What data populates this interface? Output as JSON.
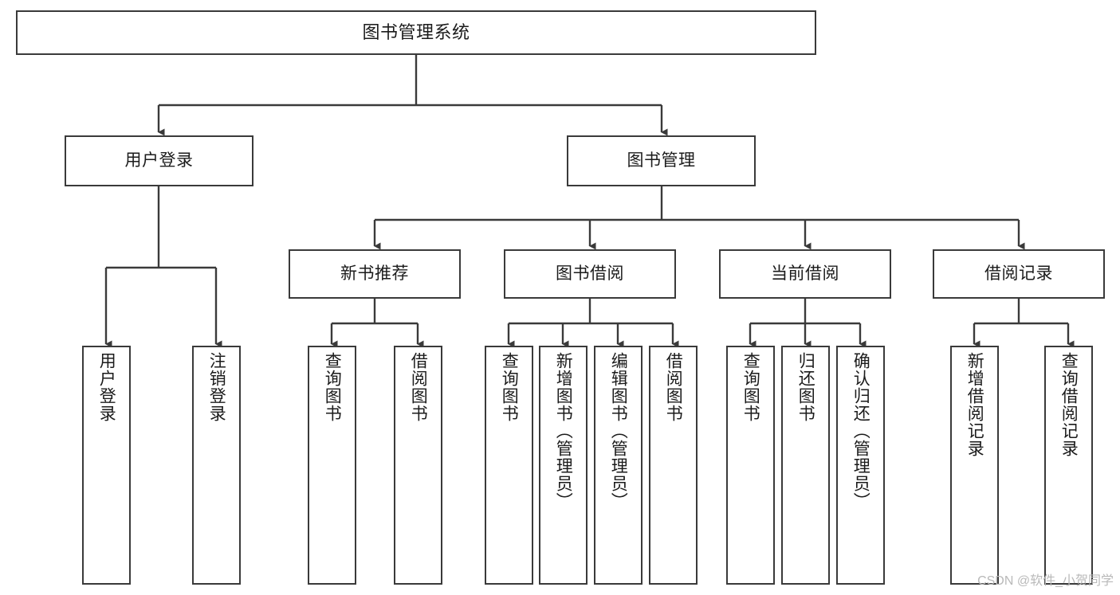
{
  "diagram": {
    "type": "tree",
    "title": "图书管理系统",
    "watermark": "CSDN @软件_小贺同学",
    "colors": {
      "background": "#ffffff",
      "box_fill": "#ffffff",
      "box_stroke": "#3a3a3a",
      "connector": "#3a3a3a",
      "text": "#1b1b1b",
      "watermark": "#b9b9b9"
    },
    "root": {
      "label": "图书管理系统"
    },
    "level2": [
      {
        "label": "用户登录"
      },
      {
        "label": "图书管理"
      }
    ],
    "level3": [
      {
        "label": "新书推荐"
      },
      {
        "label": "图书借阅"
      },
      {
        "label": "当前借阅"
      },
      {
        "label": "借阅记录"
      }
    ],
    "leaves": {
      "user_login": [
        {
          "label": "用户登录"
        },
        {
          "label": "注销登录"
        }
      ],
      "new_book_recommend": [
        {
          "label": "查询图书"
        },
        {
          "label": "借阅图书"
        }
      ],
      "book_borrow": [
        {
          "label": "查询图书"
        },
        {
          "label": "新增图书（管理员）"
        },
        {
          "label": "编辑图书（管理员）"
        },
        {
          "label": "借阅图书"
        }
      ],
      "current_borrow": [
        {
          "label": "查询图书"
        },
        {
          "label": "归还图书"
        },
        {
          "label": "确认归还（管理员）"
        }
      ],
      "borrow_record": [
        {
          "label": "新增借阅记录"
        },
        {
          "label": "查询借阅记录"
        }
      ]
    }
  }
}
